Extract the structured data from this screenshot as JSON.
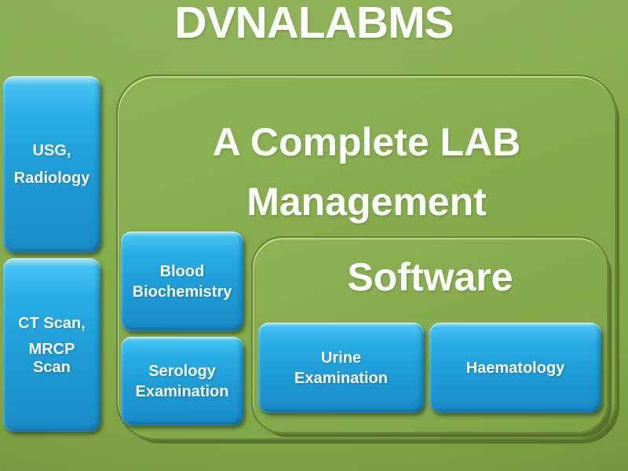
{
  "slide": {
    "title": "DVNALABMS",
    "left_column": [
      {
        "lines": [
          "USG,",
          "Radiology"
        ]
      },
      {
        "lines": [
          "CT Scan,",
          "MRCP Scan"
        ]
      }
    ],
    "main_panel": {
      "heading": "A Complete LAB Management",
      "modules": [
        {
          "lines": [
            "Blood",
            "Biochemistry"
          ]
        },
        {
          "lines": [
            "Serology",
            "Examination"
          ]
        }
      ],
      "software_panel": {
        "title": "Software",
        "modules": [
          {
            "lines": [
              "Urine",
              "Examination"
            ]
          },
          {
            "lines": [
              "Haematology"
            ]
          }
        ]
      }
    },
    "colors": {
      "background_green": "#82a847",
      "panel_green": "#85ab4c",
      "panel_border_green": "#647f36",
      "box_blue": "#1e9cd8",
      "box_blue_highlight": "#45c1ef",
      "box_blue_shadow": "#0d6f9f",
      "text": "#ffffff"
    }
  }
}
